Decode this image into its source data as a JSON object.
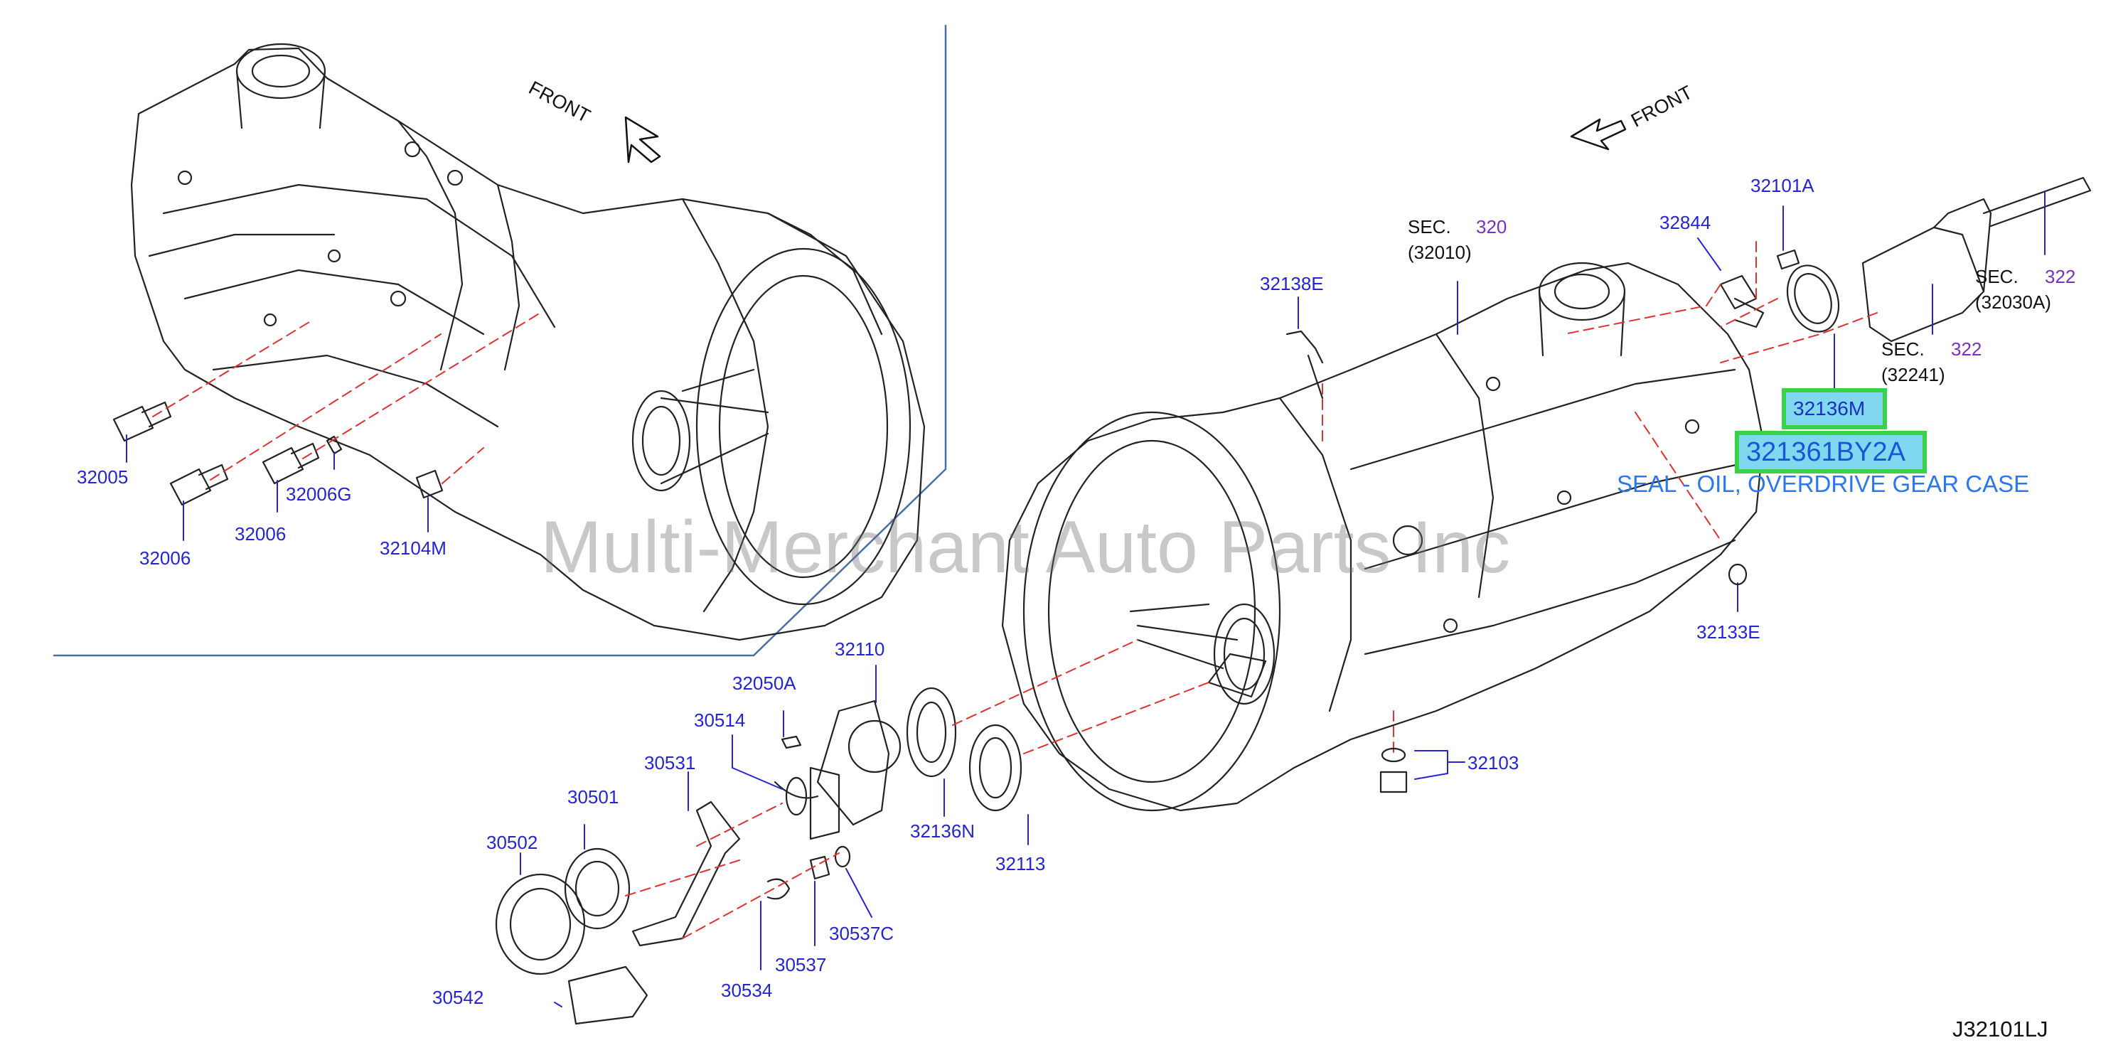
{
  "part_labels": {
    "p32005": "32005",
    "p32006a": "32006",
    "p32006b": "32006",
    "p32006G": "32006G",
    "p32104M": "32104M",
    "p32138E": "32138E",
    "p32844": "32844",
    "p32101A": "32101A",
    "p32136M": "32136M",
    "p32133E": "32133E",
    "p32103": "32103",
    "p32110": "32110",
    "p32050A": "32050A",
    "p30514": "30514",
    "p30531": "30531",
    "p30501": "30501",
    "p30502": "30502",
    "p32136N": "32136N",
    "p32113": "32113",
    "p30537C": "30537C",
    "p30537": "30537",
    "p30534": "30534",
    "p30542": "30542"
  },
  "sections": {
    "sec_word": "SEC.",
    "sec320_num": "320",
    "sec320_ref": "(32010)",
    "sec322a_num": "322",
    "sec322a_ref": "(32030A)",
    "sec322b_num": "322",
    "sec322b_ref": "(32241)"
  },
  "highlight": {
    "part_number": "321361BY2A",
    "description": "SEAL - OIL, OVERDRIVE GEAR CASE",
    "box_color": "#3bd14a",
    "fill_color": "#7fd8f0"
  },
  "front_label": "FRONT",
  "watermark": "Multi-Merchant Auto Parts Inc",
  "diagram_ref": "J32101LJ",
  "colors": {
    "part_label": "#2424d6",
    "section_num": "#7a2fc8",
    "divider": "#4a6fa5",
    "leader_dash": "#e03030"
  }
}
